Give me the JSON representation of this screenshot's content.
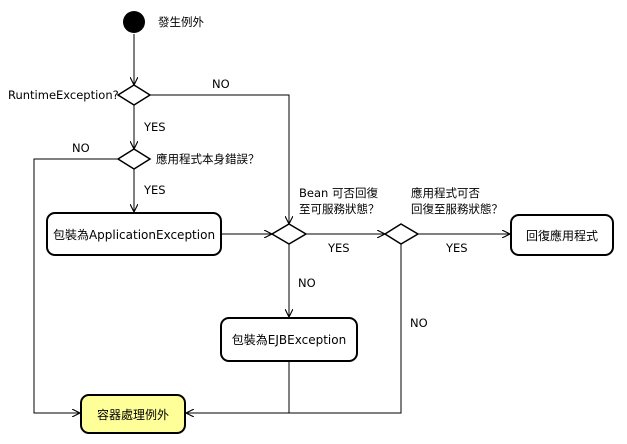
{
  "start": {
    "label": "發生例外"
  },
  "decisions": {
    "runtime": "RuntimeException?",
    "app_error": "應用程式本身錯誤？",
    "bean_line1": "Bean 可否回復",
    "bean_line2": "至可服務狀態？",
    "app_line1": "應用程式可否",
    "app_line2": "回復至服務狀態？"
  },
  "nodes": {
    "wrap_app": "包裝為ApplicationException",
    "wrap_ejb": "包裝為EJBException",
    "recover_app": "回復應用程式",
    "container": "容器處理例外"
  },
  "edges": {
    "runtime_no": "NO",
    "runtime_yes": "YES",
    "app_error_no": "NO",
    "app_error_yes": "YES",
    "bean_yes": "YES",
    "bean_no": "NO",
    "app_yes": "YES",
    "app_no": "NO"
  }
}
